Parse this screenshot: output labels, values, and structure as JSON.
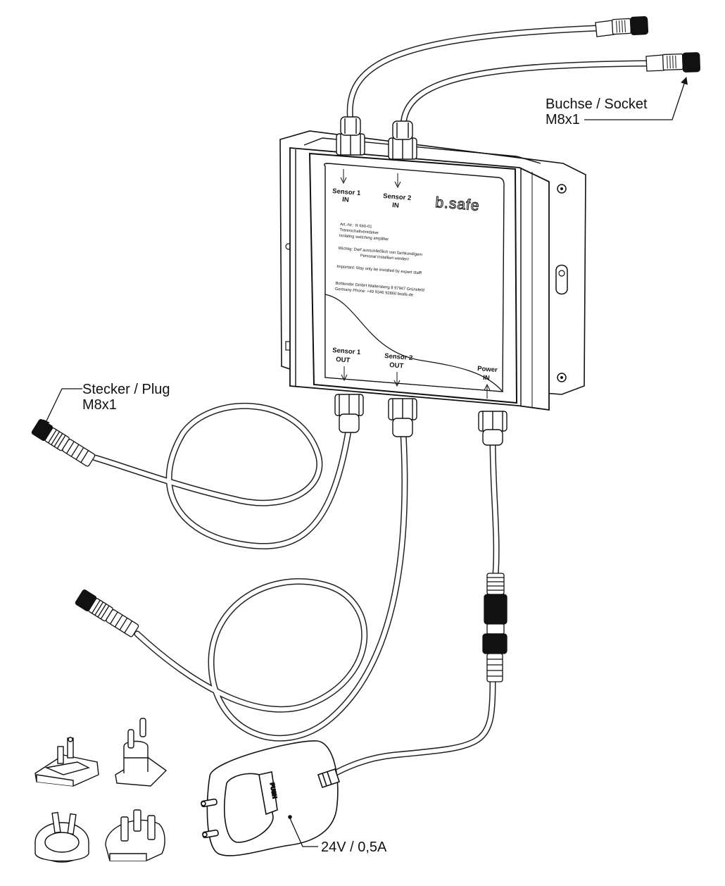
{
  "callouts": {
    "socket_line1": "Buchse / Socket",
    "socket_line2": "M8x1",
    "plug_line1": "Stecker / Plug",
    "plug_line2": "M8x1",
    "power_supply": "24V / 0,5A"
  },
  "device": {
    "logo": "b.safe",
    "ports_in": [
      {
        "name": "Sensor 1",
        "dir": "IN"
      },
      {
        "name": "Sensor 2",
        "dir": "IN"
      }
    ],
    "ports_out": [
      {
        "name": "Sensor 1",
        "dir": "OUT"
      },
      {
        "name": "Sensor 2",
        "dir": "OUT"
      },
      {
        "name": "Power",
        "dir": "IN"
      }
    ],
    "label_lines": [
      "Art.-Nr.: R 660-01",
      "Trennschaltverstärker",
      "Isolating switching amplifier",
      "Wichtig:   Darf ausschließlich von fachkundigem",
      "Personal installiert werden!",
      "Important: May only be installed by expert staff!",
      "Bohlender GmbH Waltersberg 8  97947 Grünsfeld",
      "Germany Phone:  +49 9346 92860  bsafe.de"
    ]
  },
  "adapter": {
    "push_text": "PUSH"
  }
}
